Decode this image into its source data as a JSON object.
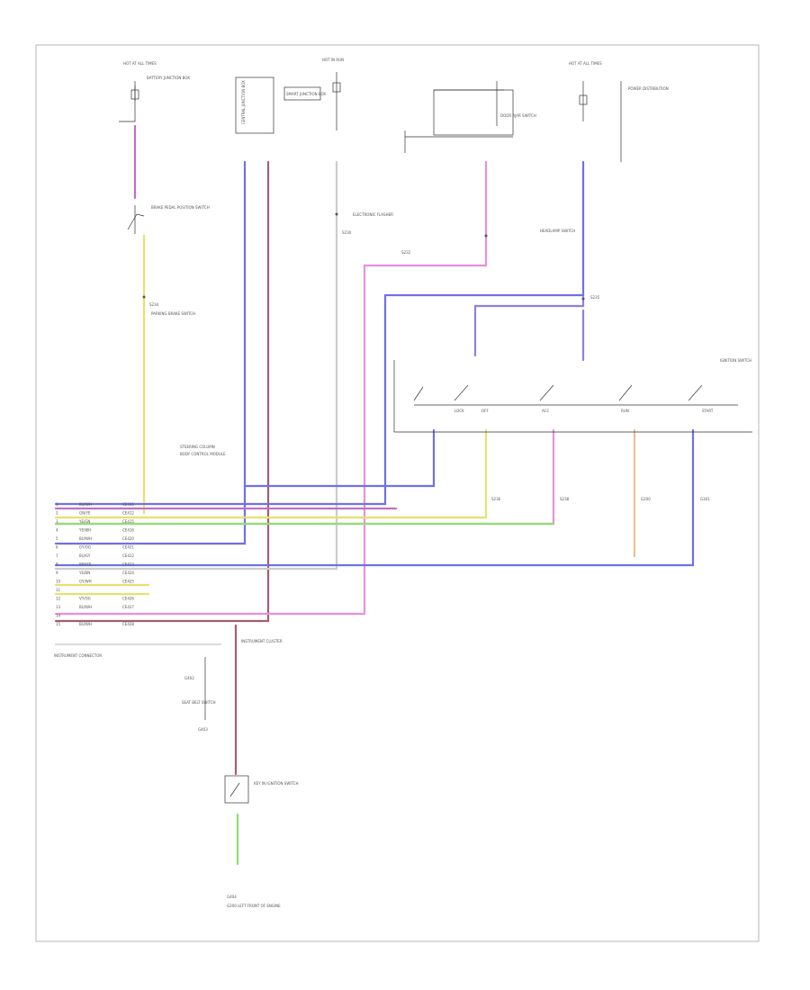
{
  "frame_label": "",
  "ignition_switch_label": "IGNITION SWITCH",
  "connector_label": "INSTRUMENT CONNECTOR",
  "hot_labels": [
    "HOT AT ALL TIMES",
    "HOT IN RUN",
    "HOT AT ALL TIMES"
  ],
  "grounds": [
    "G200",
    "G301",
    "G402",
    "G403",
    "G404"
  ],
  "splices": [
    "S230",
    "S232",
    "S234",
    "S235",
    "S236",
    "S238"
  ],
  "top_boxes": [
    "BATTERY JUNCTION BOX",
    "CENTRAL JUNCTION BOX",
    "SMART JUNCTION BOX",
    "POWER DISTRIBUTION"
  ],
  "component_labels": [
    "BRAKE PEDAL POSITION SWITCH",
    "PARKING BRAKE SWITCH",
    "DOOR AJAR SWITCH",
    "KEY IN IGNITION SWITCH",
    "HEADLAMP SWITCH",
    "ELECTRONIC FLASHER",
    "STEERING COLUMN",
    "BODY CONTROL MODULE",
    "INSTRUMENT CLUSTER"
  ],
  "pin_rows": [
    {
      "no": "1",
      "wire": "BU/WH",
      "circuit": "CE411"
    },
    {
      "no": "2",
      "wire": "GN/YE",
      "circuit": "CE412"
    },
    {
      "no": "3",
      "wire": "YE/GN",
      "circuit": "CE415"
    },
    {
      "no": "4",
      "wire": "YE/WH",
      "circuit": "CE416"
    },
    {
      "no": "5",
      "wire": "BU/WH",
      "circuit": "CE420"
    },
    {
      "no": "6",
      "wire": "GY/OG",
      "circuit": "CE421"
    },
    {
      "no": "7",
      "wire": "BU/GY",
      "circuit": "CE422"
    },
    {
      "no": "8",
      "wire": "WH/YE",
      "circuit": "CE423"
    },
    {
      "no": "9",
      "wire": "YE/BN",
      "circuit": "CE424"
    },
    {
      "no": "10",
      "wire": "GY/WH",
      "circuit": "CE425"
    },
    {
      "no": "11",
      "wire": "",
      "circuit": ""
    },
    {
      "no": "12",
      "wire": "VT/OG",
      "circuit": "CE426"
    },
    {
      "no": "13",
      "wire": "BU/WH",
      "circuit": "CE427"
    },
    {
      "no": "14",
      "wire": "",
      "circuit": ""
    },
    {
      "no": "15",
      "wire": "BU/WH",
      "circuit": "CE428"
    }
  ],
  "switch_pos_labels": [
    "LOCK",
    "OFF",
    "ACC",
    "RUN",
    "START"
  ],
  "bottom_labels": [
    "SEAT BELT SWITCH",
    "G200 LEFT FRONT OF ENGINE",
    "G403"
  ],
  "colors": {
    "violet": "#c070c8",
    "blue": "#7070e8",
    "yellow": "#e8e070",
    "green": "#90e070",
    "pink": "#e890e0",
    "orange": "#f0c090",
    "maroon": "#a06070",
    "gray": "#cccccc",
    "lightgreen": "#b0e8a0"
  }
}
